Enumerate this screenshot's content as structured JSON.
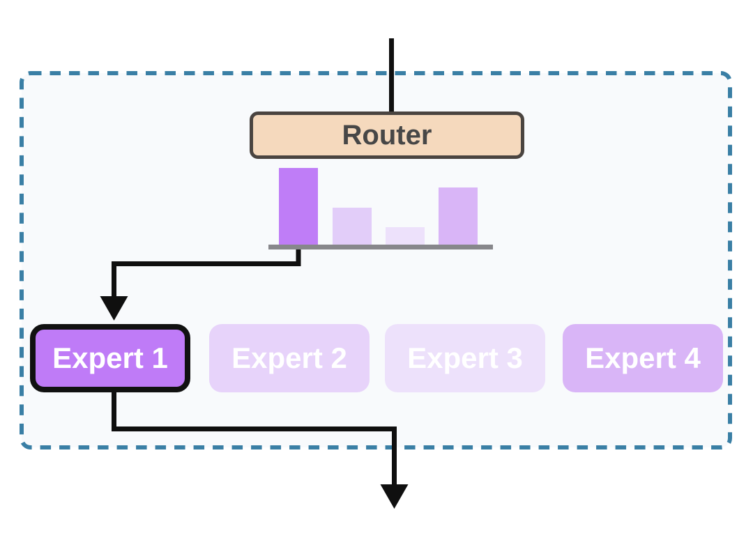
{
  "diagram": {
    "title": "mixture-of-experts routing block",
    "router": {
      "label": "Router"
    },
    "experts": [
      {
        "label": "Expert 1",
        "weight": 0.4,
        "fill": "#bf7bf7",
        "selected": true
      },
      {
        "label": "Expert 2",
        "weight": 0.2,
        "fill": "#e7d3fa",
        "selected": false
      },
      {
        "label": "Expert 3",
        "weight": 0.1,
        "fill": "#ede1fb",
        "selected": false
      },
      {
        "label": "Expert 4",
        "weight": 0.3,
        "fill": "#d9b5f7",
        "selected": false
      }
    ],
    "colors": {
      "page_bg": "#ffffff",
      "container_bg": "#f8fafc",
      "container_dash": "#3a7fa5",
      "router_fill": "#f5d9bd",
      "router_border": "#4a4440",
      "router_text": "#474747",
      "expert_text": "#ffffff",
      "selected_border": "#111111",
      "arrow": "#0f0f0f",
      "chart_baseline": "#87878b"
    }
  },
  "chart_data": {
    "type": "bar",
    "title": "",
    "xlabel": "",
    "ylabel": "",
    "categories": [
      "Expert 1",
      "Expert 2",
      "Expert 3",
      "Expert 4"
    ],
    "values": [
      0.4,
      0.2,
      0.1,
      0.3
    ],
    "bar_colors": [
      "#bf7df7",
      "#e2cdf9",
      "#ede1fb",
      "#d9b5f7"
    ],
    "ylim": [
      0,
      0.45
    ],
    "grid": false,
    "legend": false
  }
}
